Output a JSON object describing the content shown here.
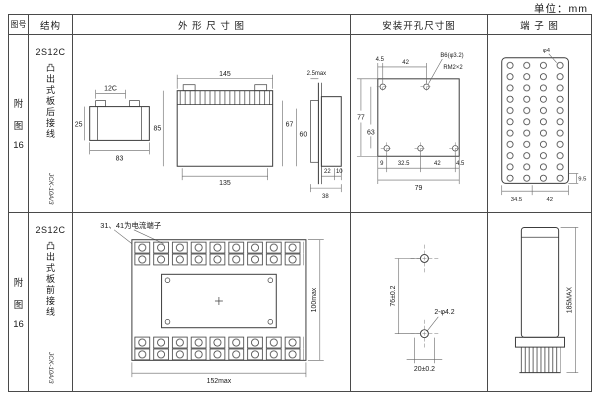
{
  "unit_label": "单位：mm",
  "headers": {
    "fig_no": "图号",
    "structure": "结构",
    "outline": "外 形 尺 寸 图",
    "mounting": "安装开孔尺寸图",
    "terminal": "端 子 图"
  },
  "rows": [
    {
      "fig_lines": [
        "附",
        "图",
        "16"
      ],
      "model": "2S12C",
      "desc": "凸出式板后接线",
      "code": "JCK-10A/3",
      "outline": {
        "top_view": {
          "top": "12C",
          "left": "25",
          "bottom": "83"
        },
        "front": {
          "top": "145",
          "bottom": "135",
          "height": "85",
          "h1": "67",
          "h2": "60"
        },
        "side": {
          "front_gap": "2.5max",
          "d1": "22",
          "d2": "10",
          "d3": "38"
        }
      },
      "mounting": {
        "top1": "4.5",
        "top2": "42",
        "hole_label": "B6(φ3.2)",
        "thread_label": "RM2×2",
        "left1": "77",
        "left2": "63",
        "bottom1": "9",
        "bottom2": "32.5",
        "bottom3": "42",
        "bottom4": "4.5",
        "overall": "79"
      },
      "terminal": {
        "hole": "φ4",
        "b1": "34.5",
        "b2": "42",
        "side": "9.5"
      }
    },
    {
      "fig_lines": [
        "附",
        "图",
        "16"
      ],
      "model": "2S12C",
      "desc": "凸出式板前接线",
      "code": "JCK-10A/3",
      "outline": {
        "note": "31、41为电流端子",
        "width": "152max",
        "height": "100max"
      },
      "mounting": {
        "v": "76±0.2",
        "hole": "2-φ4.2",
        "h": "20±0.2"
      },
      "terminal": {
        "height": "185MAX"
      }
    }
  ]
}
